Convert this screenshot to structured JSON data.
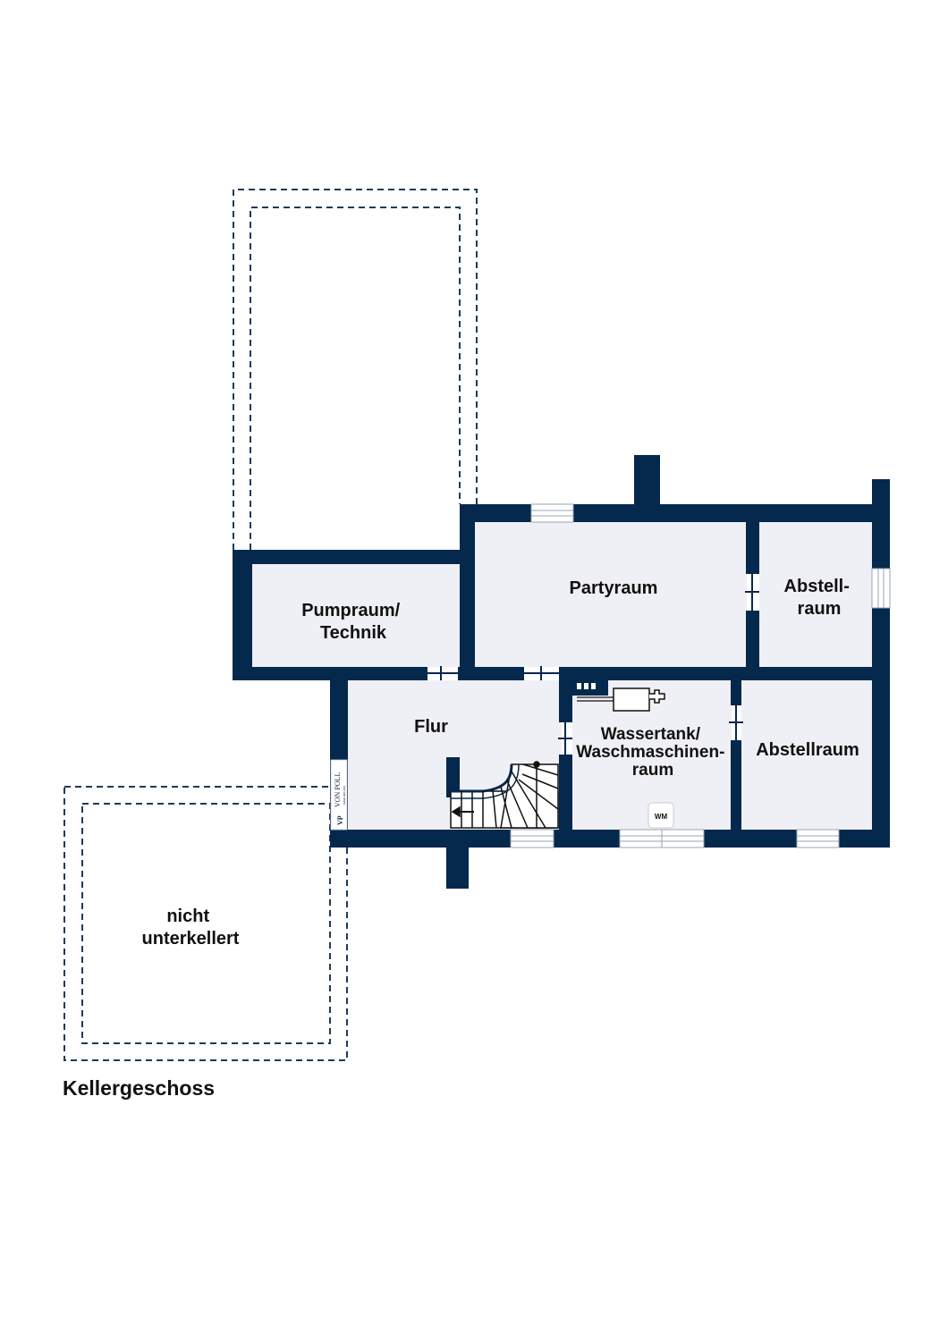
{
  "plan": {
    "caption": "Kellergeschoss",
    "colors": {
      "wall": "#05284d",
      "floor": "#eff0f5",
      "dashed_outline": "#1e3a5c",
      "window": "#ffffff"
    },
    "rooms": [
      {
        "id": "pumpraum",
        "lines": [
          "Pumpraum/",
          "Technik"
        ]
      },
      {
        "id": "partyraum",
        "lines": [
          "Partyraum"
        ]
      },
      {
        "id": "abstellraum-1",
        "lines": [
          "Abstell-",
          "raum"
        ]
      },
      {
        "id": "flur",
        "lines": [
          "Flur"
        ]
      },
      {
        "id": "wassertank",
        "lines": [
          "Wassertank/",
          "Waschmaschinen-",
          "raum"
        ]
      },
      {
        "id": "abstellraum-2",
        "lines": [
          "Abstellraum"
        ]
      },
      {
        "id": "nicht-unterkellert",
        "lines": [
          "nicht",
          "unterkellert"
        ]
      }
    ],
    "appliance_label": "WM",
    "brand": {
      "name": "VON POLL",
      "sub": "IMMOBILIEN",
      "mark": "VP"
    }
  }
}
